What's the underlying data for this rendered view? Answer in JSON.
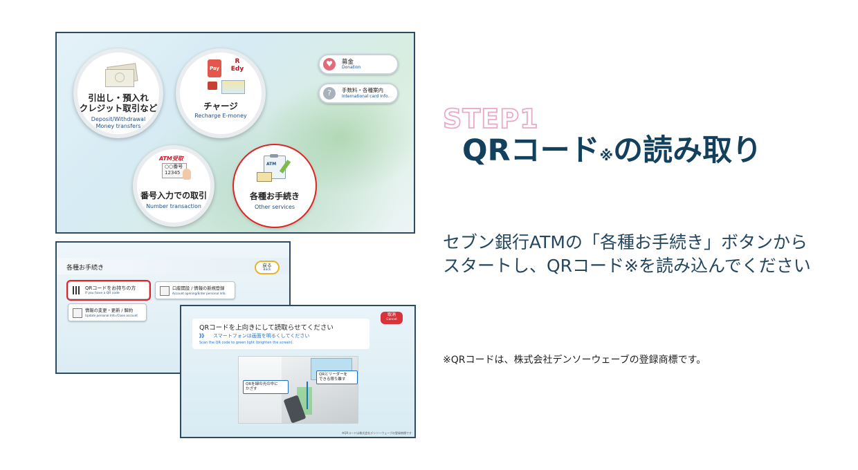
{
  "colors": {
    "navy": "#13405c",
    "pink_outline": "#e9a9c8",
    "red_select": "#e02424",
    "en_blue": "#1d4f8a"
  },
  "screen1": {
    "withdraw": {
      "jp_line1": "引出し・預入れ",
      "jp_line2": "クレジット取引など",
      "en_line1": "Deposit/Withdrawal",
      "en_line2": "Money transfers"
    },
    "charge": {
      "pay_icon": "Pay",
      "edy_icon": "R\nEdy",
      "jp": "チャージ",
      "en": "Recharge E-money"
    },
    "number": {
      "icon_label": "ATM受取",
      "icon_num": "○○番号\n12345",
      "jp": "番号入力での取引",
      "en": "Number transaction"
    },
    "other": {
      "icon_label": "ATM",
      "jp": "各種お手続き",
      "en": "Other services"
    },
    "donation": {
      "jp": "募金",
      "en": "Donation"
    },
    "fees": {
      "jp": "手数料・各種案内",
      "en": "International card Info."
    }
  },
  "screen2": {
    "title": "各種お手続き",
    "back": {
      "jp": "戻る",
      "en": "Back"
    },
    "qr_btn": {
      "jp": "QRコードをお持ちの方",
      "en": "If you have a QR code"
    },
    "account_btn": {
      "jp": "口座開設 / 情報の新規登録",
      "en": "Account opening/Enter personal Info."
    },
    "update_btn": {
      "jp": "情報の変更・更新 / 解約",
      "en": "Update personal Info./Close account"
    }
  },
  "screen3": {
    "cancel": {
      "jp": "取消",
      "en": "Cancel"
    },
    "instruction": "QRコードを上向きにして読取らせてください",
    "sub_marker": "》》",
    "sub_jp": "スマートフォンは画面を明るくしてください",
    "sub_en": "Scan the QR code to green light (brighten the screen).",
    "callout_left": "QRを緑の光の中に\nかざす",
    "callout_right": "QRとリーダーを\nできる限り離す",
    "footnote": "※QRコードは株式会社デンソーウェーブの登録商標です"
  },
  "step_label": "STEP1",
  "headline_a": "QRコード",
  "headline_mark": "※",
  "headline_b": "の読み取り",
  "body_text": "セブン銀行ATMの「各種お手続き」ボタンからスタートし、QRコード※を読み込んでください",
  "note": "※QRコードは、株式会社デンソーウェーブの登録商標です。"
}
